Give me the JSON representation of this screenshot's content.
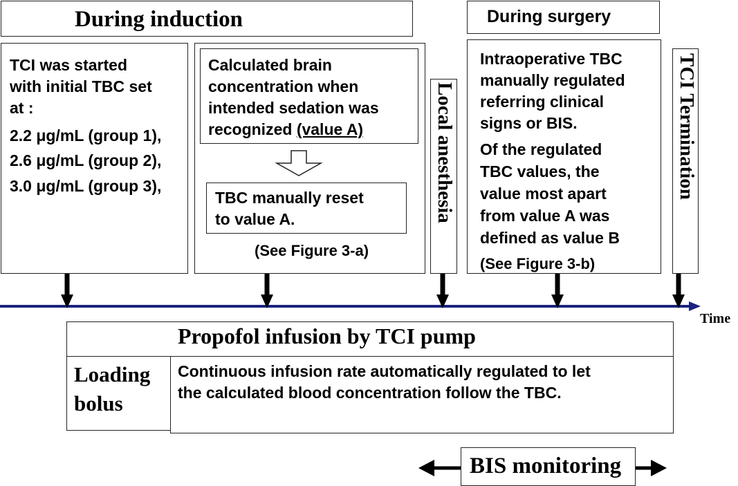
{
  "induction": {
    "header": "During induction",
    "col1": {
      "intro_lines": [
        " TCI was started",
        "with initial TBC set",
        "at :"
      ],
      "doses": [
        "2.2 μg/mL (group 1),",
        "2.6 μg/mL (group 2),",
        "3.0 μg/mL (group 3),"
      ]
    },
    "col2": {
      "calc_lines": [
        "Calculated brain",
        "concentration when",
        "intended sedation was"
      ],
      "recognized_prefix": "recognized ",
      "value_a_label": "(value A)",
      "reset_lines": [
        "TBC manually reset",
        "to value A."
      ],
      "see_figure": "(See Figure 3-a)"
    }
  },
  "local_anesthesia": "Local anesthesia",
  "surgery": {
    "header": "During surgery",
    "lines": [
      "Intraoperative TBC",
      "manually regulated",
      "referring clinical",
      "signs or BIS."
    ],
    "lines2": [
      "Of the regulated",
      "TBC values, the",
      "value most apart",
      "from value A was",
      "defined  as value B"
    ],
    "see_figure": "(See Figure 3-b)"
  },
  "tci_termination": "TCI Termination",
  "time_label": "Time",
  "infusion": {
    "title": "Propofol infusion by TCI pump",
    "loading_lines": [
      "Loading",
      "bolus"
    ],
    "continuous_lines": [
      "Continuous infusion rate automatically regulated to let",
      "the calculated blood concentration follow the TBC."
    ]
  },
  "bis_monitoring": "BIS monitoring",
  "colors": {
    "timeline": "#1a237e",
    "arrows": "#000000",
    "border": "#222222"
  }
}
